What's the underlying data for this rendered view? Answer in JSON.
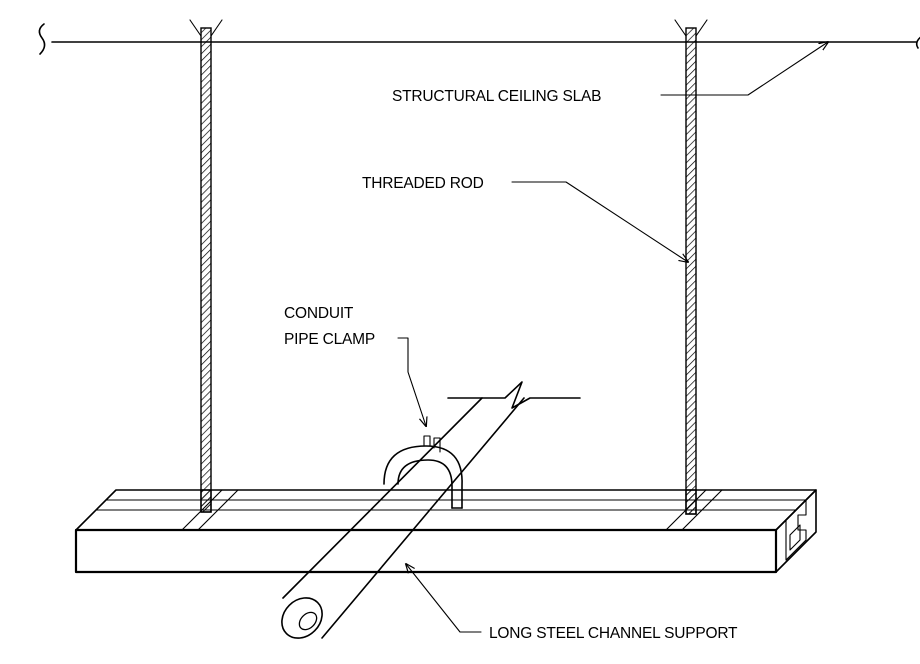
{
  "labels": {
    "ceiling_slab": "STRUCTURAL CEILING SLAB",
    "threaded_rod": "THREADED  ROD",
    "clamp_line1": "CONDUIT",
    "clamp_line2": "PIPE CLAMP",
    "channel": "LONG STEEL CHANNEL SUPPORT"
  }
}
